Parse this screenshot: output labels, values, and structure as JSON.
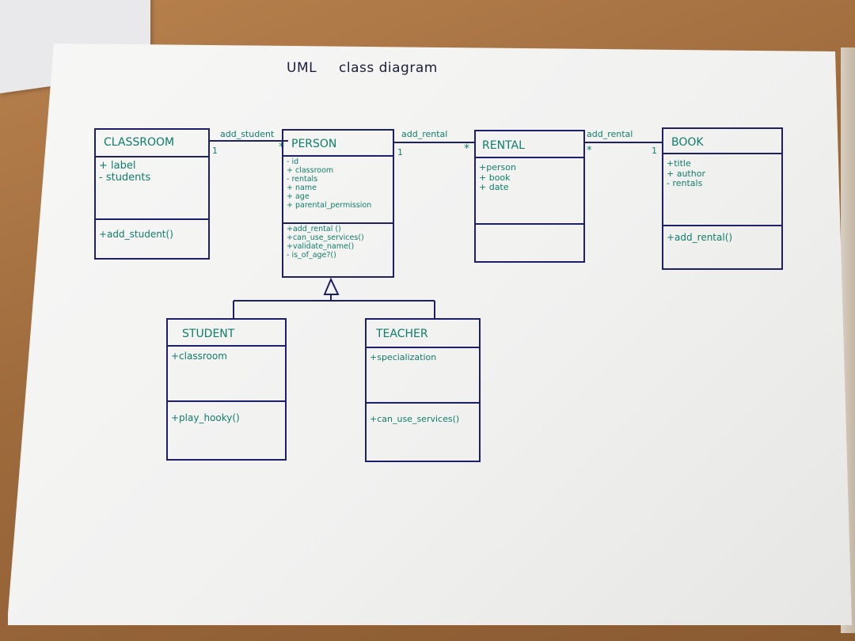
{
  "title": {
    "word1": "UML",
    "word2": "class diagram"
  },
  "classes": {
    "classroom": {
      "name": "CLASSROOM",
      "attributes": [
        "+ label",
        "- students"
      ],
      "methods": [
        "+add_student()"
      ]
    },
    "person": {
      "name": "PERSON",
      "attributes": [
        "- id",
        "+ classroom",
        "- rentals",
        "+ name",
        "+ age",
        "+ parental_permission"
      ],
      "methods": [
        "+add_rental ()",
        "+can_use_services()",
        "+validate_name()",
        "- is_of_age?()"
      ]
    },
    "rental": {
      "name": "RENTAL",
      "attributes": [
        "+person",
        "+ book",
        "+ date"
      ],
      "methods": []
    },
    "book": {
      "name": "BOOK",
      "attributes": [
        "+title",
        "+ author",
        "- rentals"
      ],
      "methods": [
        "+add_rental()"
      ]
    },
    "student": {
      "name": "STUDENT",
      "attributes": [
        "+classroom"
      ],
      "methods": [
        "+play_hooky()"
      ]
    },
    "teacher": {
      "name": "TEACHER",
      "attributes": [
        "+specialization"
      ],
      "methods": [
        "+can_use_services()"
      ]
    }
  },
  "associations": {
    "classroom_person": {
      "label": "add_student",
      "mult_left": "1",
      "mult_right": "*"
    },
    "person_rental": {
      "label": "add_rental",
      "mult_left": "1",
      "mult_right": "*"
    },
    "rental_book": {
      "label": "add_rental",
      "mult_left": "*",
      "mult_right": "1"
    }
  },
  "colors": {
    "ink": "#1d1f6b",
    "text": "#0f7d6a",
    "paper": "#f4f4f3"
  }
}
